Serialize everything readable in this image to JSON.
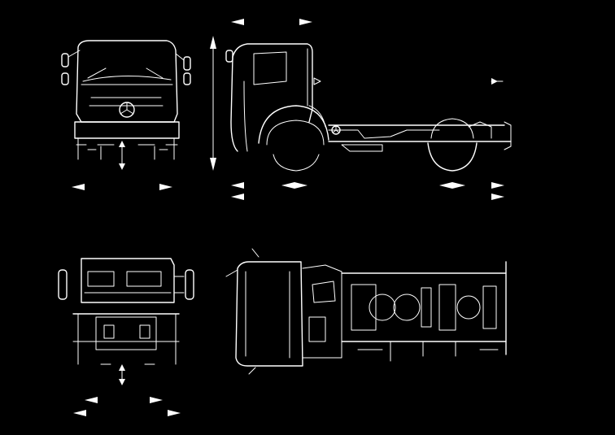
{
  "drawing": {
    "background_color": "#000000",
    "line_color": "#ffffff",
    "views": [
      "front-view",
      "side-view",
      "rear-view",
      "top-view"
    ],
    "logo": "three-pointed-star-emblem"
  }
}
